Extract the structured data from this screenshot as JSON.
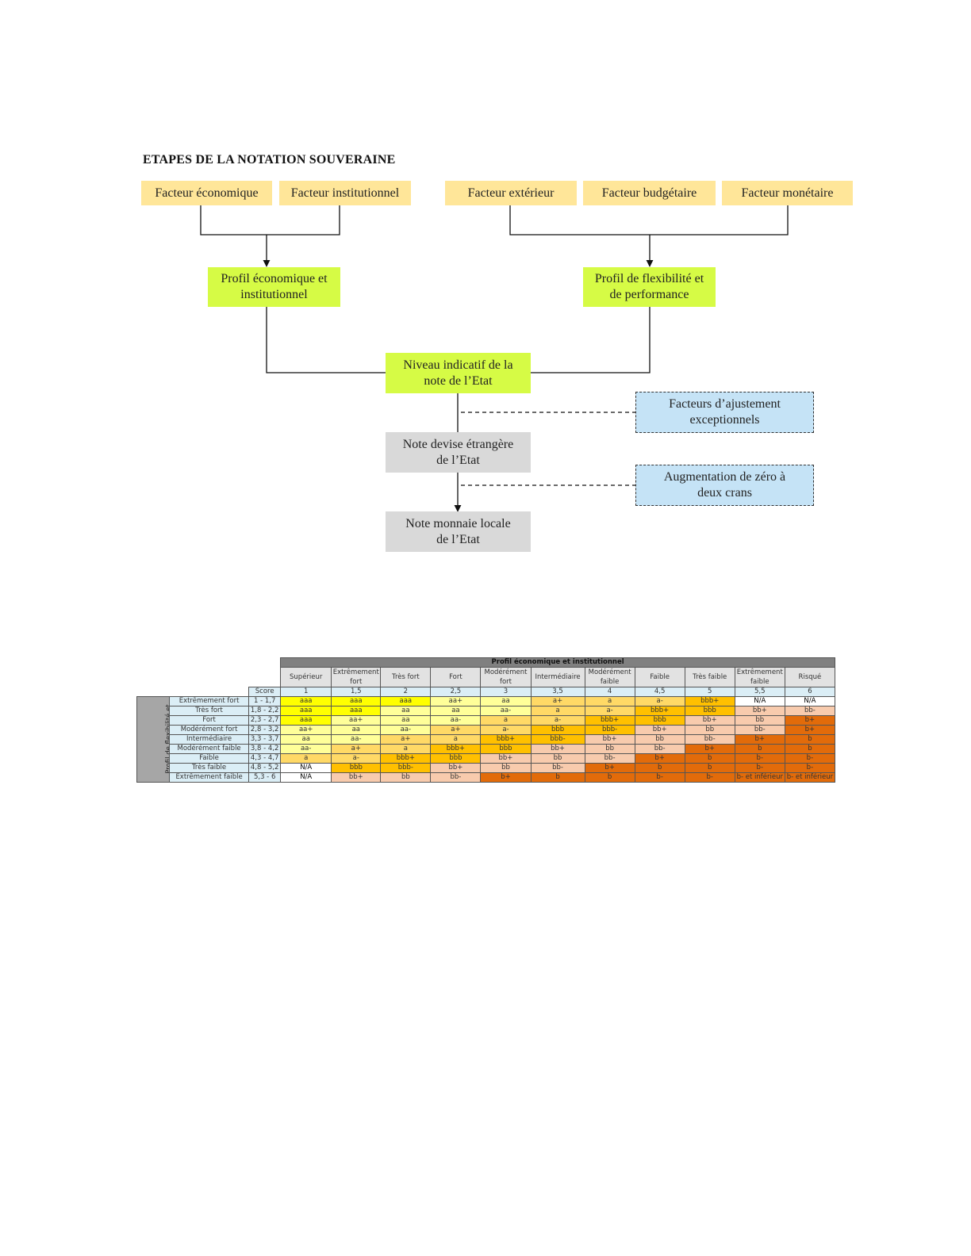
{
  "title": "ETAPES DE LA NOTATION SOUVERAINE",
  "diagram": {
    "factors": [
      "Facteur économique",
      "Facteur institutionnel",
      "Facteur extérieur",
      "Facteur budgétaire",
      "Facteur monétaire"
    ],
    "profile_left": "Profil économique et\ninstitutionnel",
    "profile_right": "Profil de flexibilité  et\nde performance",
    "indicative": "Niveau indicatif de la\nnote de l’Etat",
    "foreign": "Note devise étrangère\nde l’Etat",
    "local": "Note monnaie locale\nde l’Etat",
    "adjustment": "Facteurs d’ajustement\nexceptionnels",
    "uplift": "Augmentation de zéro à\ndeux crans"
  },
  "table": {
    "supertitle": "Profil économique et institutionnel",
    "side_label": "Profil de flexibilité et de performance",
    "score_label": "Score",
    "columns": [
      "Supérieur",
      "Extrêmement fort",
      "Très fort",
      "Fort",
      "Modérément fort",
      "Intermédiaire",
      "Modérément faible",
      "Faible",
      "Très faible",
      "Extrêmement faible",
      "Risqué"
    ],
    "scores": [
      "1",
      "1,5",
      "2",
      "2,5",
      "3",
      "3,5",
      "4",
      "4,5",
      "5",
      "5,5",
      "6"
    ],
    "rows": [
      {
        "label": "Extrêmement fort",
        "range": "1 - 1,7",
        "cells": [
          "aaa",
          "aaa",
          "aaa",
          "aa+",
          "aa",
          "a+",
          "a",
          "a-",
          "bbb+",
          "N/A",
          "N/A"
        ],
        "levels": [
          1,
          1,
          1,
          2,
          2,
          3,
          3,
          3,
          4,
          0,
          0
        ]
      },
      {
        "label": "Très fort",
        "range": "1,8 - 2,2",
        "cells": [
          "aaa",
          "aaa",
          "aa",
          "aa",
          "aa-",
          "a",
          "a-",
          "bbb+",
          "bbb",
          "bb+",
          "bb-"
        ],
        "levels": [
          1,
          1,
          2,
          2,
          2,
          3,
          3,
          4,
          4,
          5,
          5
        ]
      },
      {
        "label": "Fort",
        "range": "2,3 - 2,7",
        "cells": [
          "aaa",
          "aa+",
          "aa",
          "aa-",
          "a",
          "a-",
          "bbb+",
          "bbb",
          "bb+",
          "bb",
          "b+"
        ],
        "levels": [
          1,
          2,
          2,
          2,
          3,
          3,
          4,
          4,
          5,
          5,
          6
        ]
      },
      {
        "label": "Modérément fort",
        "range": "2,8 - 3,2",
        "cells": [
          "aa+",
          "aa",
          "aa-",
          "a+",
          "a-",
          "bbb",
          "bbb-",
          "bb+",
          "bb",
          "bb-",
          "b+"
        ],
        "levels": [
          2,
          2,
          2,
          3,
          3,
          4,
          4,
          5,
          5,
          5,
          6
        ]
      },
      {
        "label": "Intermédiaire",
        "range": "3,3 - 3,7",
        "cells": [
          "aa",
          "aa-",
          "a+",
          "a",
          "bbb+",
          "bbb-",
          "bb+",
          "bb",
          "bb-",
          "b+",
          "b"
        ],
        "levels": [
          2,
          2,
          3,
          3,
          4,
          4,
          5,
          5,
          5,
          6,
          6
        ]
      },
      {
        "label": "Modérément faible",
        "range": "3,8 - 4,2",
        "cells": [
          "aa-",
          "a+",
          "a",
          "bbb+",
          "bbb",
          "bb+",
          "bb",
          "bb-",
          "b+",
          "b",
          "b"
        ],
        "levels": [
          2,
          3,
          3,
          4,
          4,
          5,
          5,
          5,
          6,
          6,
          6
        ]
      },
      {
        "label": "Faible",
        "range": "4,3 - 4,7",
        "cells": [
          "a",
          "a-",
          "bbb+",
          "bbb",
          "bb+",
          "bb",
          "bb-",
          "b+",
          "b",
          "b-",
          "b-"
        ],
        "levels": [
          3,
          3,
          4,
          4,
          5,
          5,
          5,
          6,
          6,
          6,
          6
        ]
      },
      {
        "label": "Très faible",
        "range": "4,8 - 5,2",
        "cells": [
          "N/A",
          "bbb",
          "bbb-",
          "bb+",
          "bb",
          "bb-",
          "b+",
          "b",
          "b",
          "b-",
          "b-"
        ],
        "levels": [
          0,
          4,
          4,
          5,
          5,
          5,
          6,
          6,
          6,
          6,
          6
        ]
      },
      {
        "label": "Extrêmement faible",
        "range": "5,3 - 6",
        "cells": [
          "N/A",
          "bb+",
          "bb",
          "bb-",
          "b+",
          "b",
          "b",
          "b-",
          "b-",
          "b- et inférieur",
          "b- et inférieur"
        ],
        "levels": [
          0,
          5,
          5,
          5,
          6,
          6,
          6,
          6,
          6,
          6,
          6
        ]
      }
    ]
  }
}
